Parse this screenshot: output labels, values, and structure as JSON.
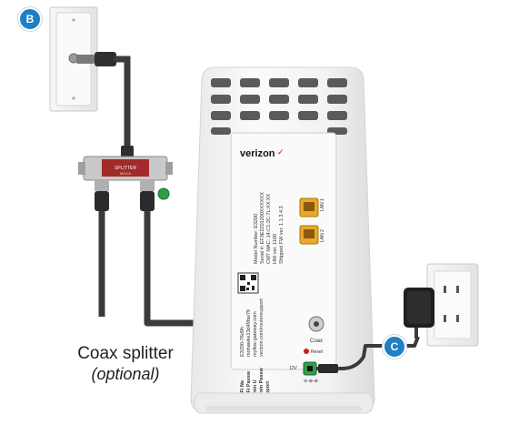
{
  "badges": {
    "b": "B",
    "c": "C"
  },
  "caption": {
    "line1": "Coax splitter",
    "line2": "(optional)"
  },
  "router": {
    "brand": "verizon",
    "brand_mark": "✓",
    "label_lines": [
      "Model Number: E3200",
      "Serial #: EF3E2201200XXXXXX",
      "CMT MAC: 14:C1:2C:7L:XX:XX",
      "HW ver. 1100",
      "Shipped FW ver. 1.1.3.4.3"
    ],
    "wifi_lines": [
      "E3200-76d9h",
      "mohawke13d49bw79",
      "myfios-gateway.com",
      "verizon.com/routersupport"
    ],
    "wifi_keys": [
      "Wi-Fi Na",
      "Wi-Fi Passw",
      "Admin U",
      "Admin Passw",
      "Support"
    ],
    "ports": {
      "lan1": "LAN 1",
      "lan2": "LAN 2",
      "coax": "Coax",
      "reset": "Reset",
      "power": "12V",
      "power_sym": "⊖-⊕-⊕"
    }
  },
  "splitter": {
    "label": "SPLITTER",
    "brand_text": "MOCA"
  },
  "colors": {
    "badge": "#1e7fc4",
    "lan_port": "#e8a92a",
    "cable": "#3b3b3b",
    "router_body": "#f3f3f3",
    "coax_green": "#2ea043"
  }
}
